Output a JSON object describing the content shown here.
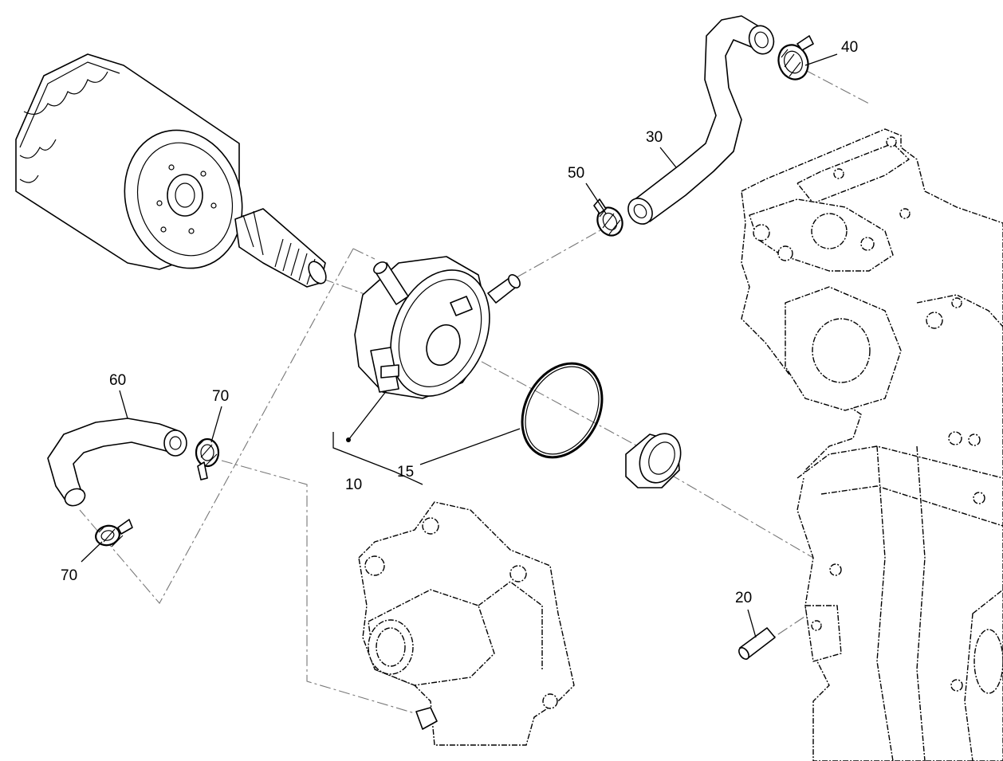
{
  "callouts": [
    {
      "id": "10",
      "text": "10"
    },
    {
      "id": "15",
      "text": "15"
    },
    {
      "id": "20",
      "text": "20"
    },
    {
      "id": "30",
      "text": "30"
    },
    {
      "id": "40",
      "text": "40"
    },
    {
      "id": "50",
      "text": "50"
    },
    {
      "id": "60",
      "text": "60"
    },
    {
      "id": "70a",
      "text": "70"
    },
    {
      "id": "70b",
      "text": "70"
    }
  ],
  "colors": {
    "line": "#000000",
    "centerline": "#777777",
    "background": "#ffffff"
  }
}
